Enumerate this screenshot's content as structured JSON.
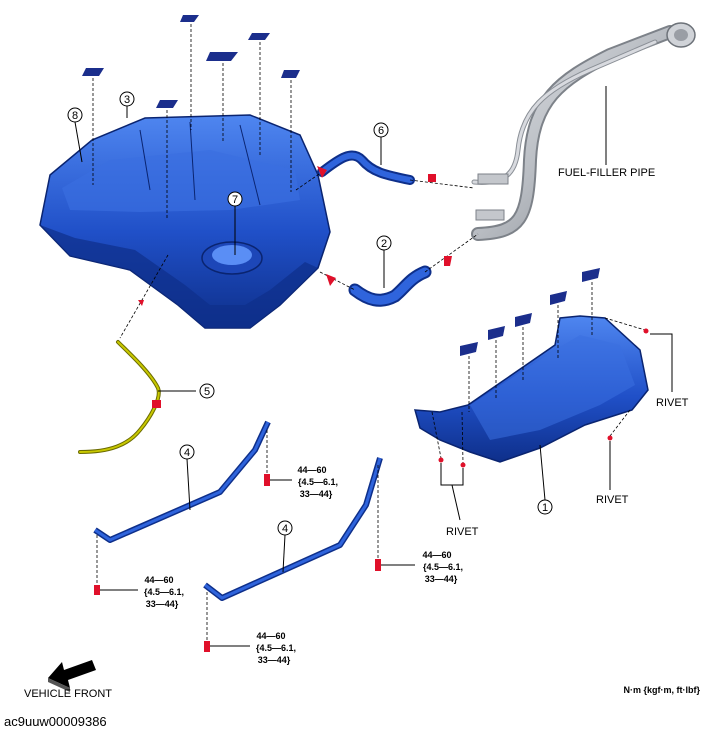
{
  "labels": {
    "fuel_filler_pipe": "FUEL-FILLER PIPE",
    "rivet": "RIVET",
    "vehicle_front": "VEHICLE FRONT",
    "units": "N·m {kgf·m, ft·lbf}"
  },
  "callouts": [
    "1",
    "2",
    "3",
    "4",
    "5",
    "6",
    "7",
    "8"
  ],
  "torque": {
    "line1": "44—60",
    "line2": "{4.5—6.1,",
    "line3": "33—44}"
  },
  "caption": "ac9uuw00009386",
  "colors": {
    "part_blue": "#2050c8",
    "part_blue_dark": "#0e2f8a",
    "part_blue_light": "#4f86f0",
    "pipe_gray": "#b8bcc2",
    "bolt_red": "#e0102a",
    "tube_yellow": "#c8c800",
    "marker_navy": "#1b2e8c"
  }
}
